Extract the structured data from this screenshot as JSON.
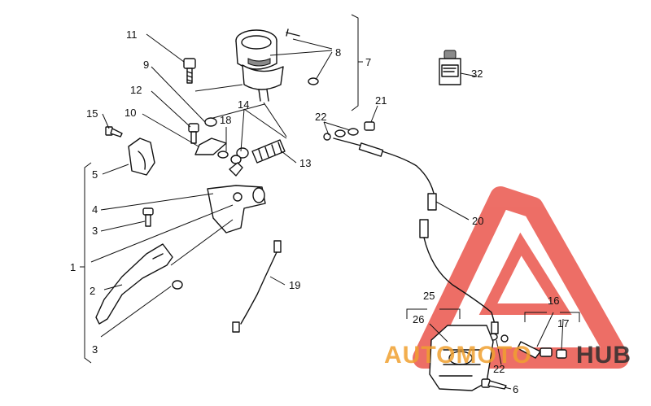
{
  "diagram": {
    "callouts": [
      "1",
      "2",
      "3",
      "3",
      "4",
      "5",
      "6",
      "7",
      "8",
      "9",
      "10",
      "11",
      "12",
      "13",
      "14",
      "15",
      "16",
      "17",
      "18",
      "19",
      "20",
      "21",
      "22",
      "22",
      "25",
      "26",
      "32"
    ]
  },
  "watermark": {
    "brand_left": "AUTOMOTO",
    "brand_right": "HUB",
    "color_red": "#e8463c",
    "color_orange": "#f0a030",
    "color_dark": "#2e2e2e"
  }
}
